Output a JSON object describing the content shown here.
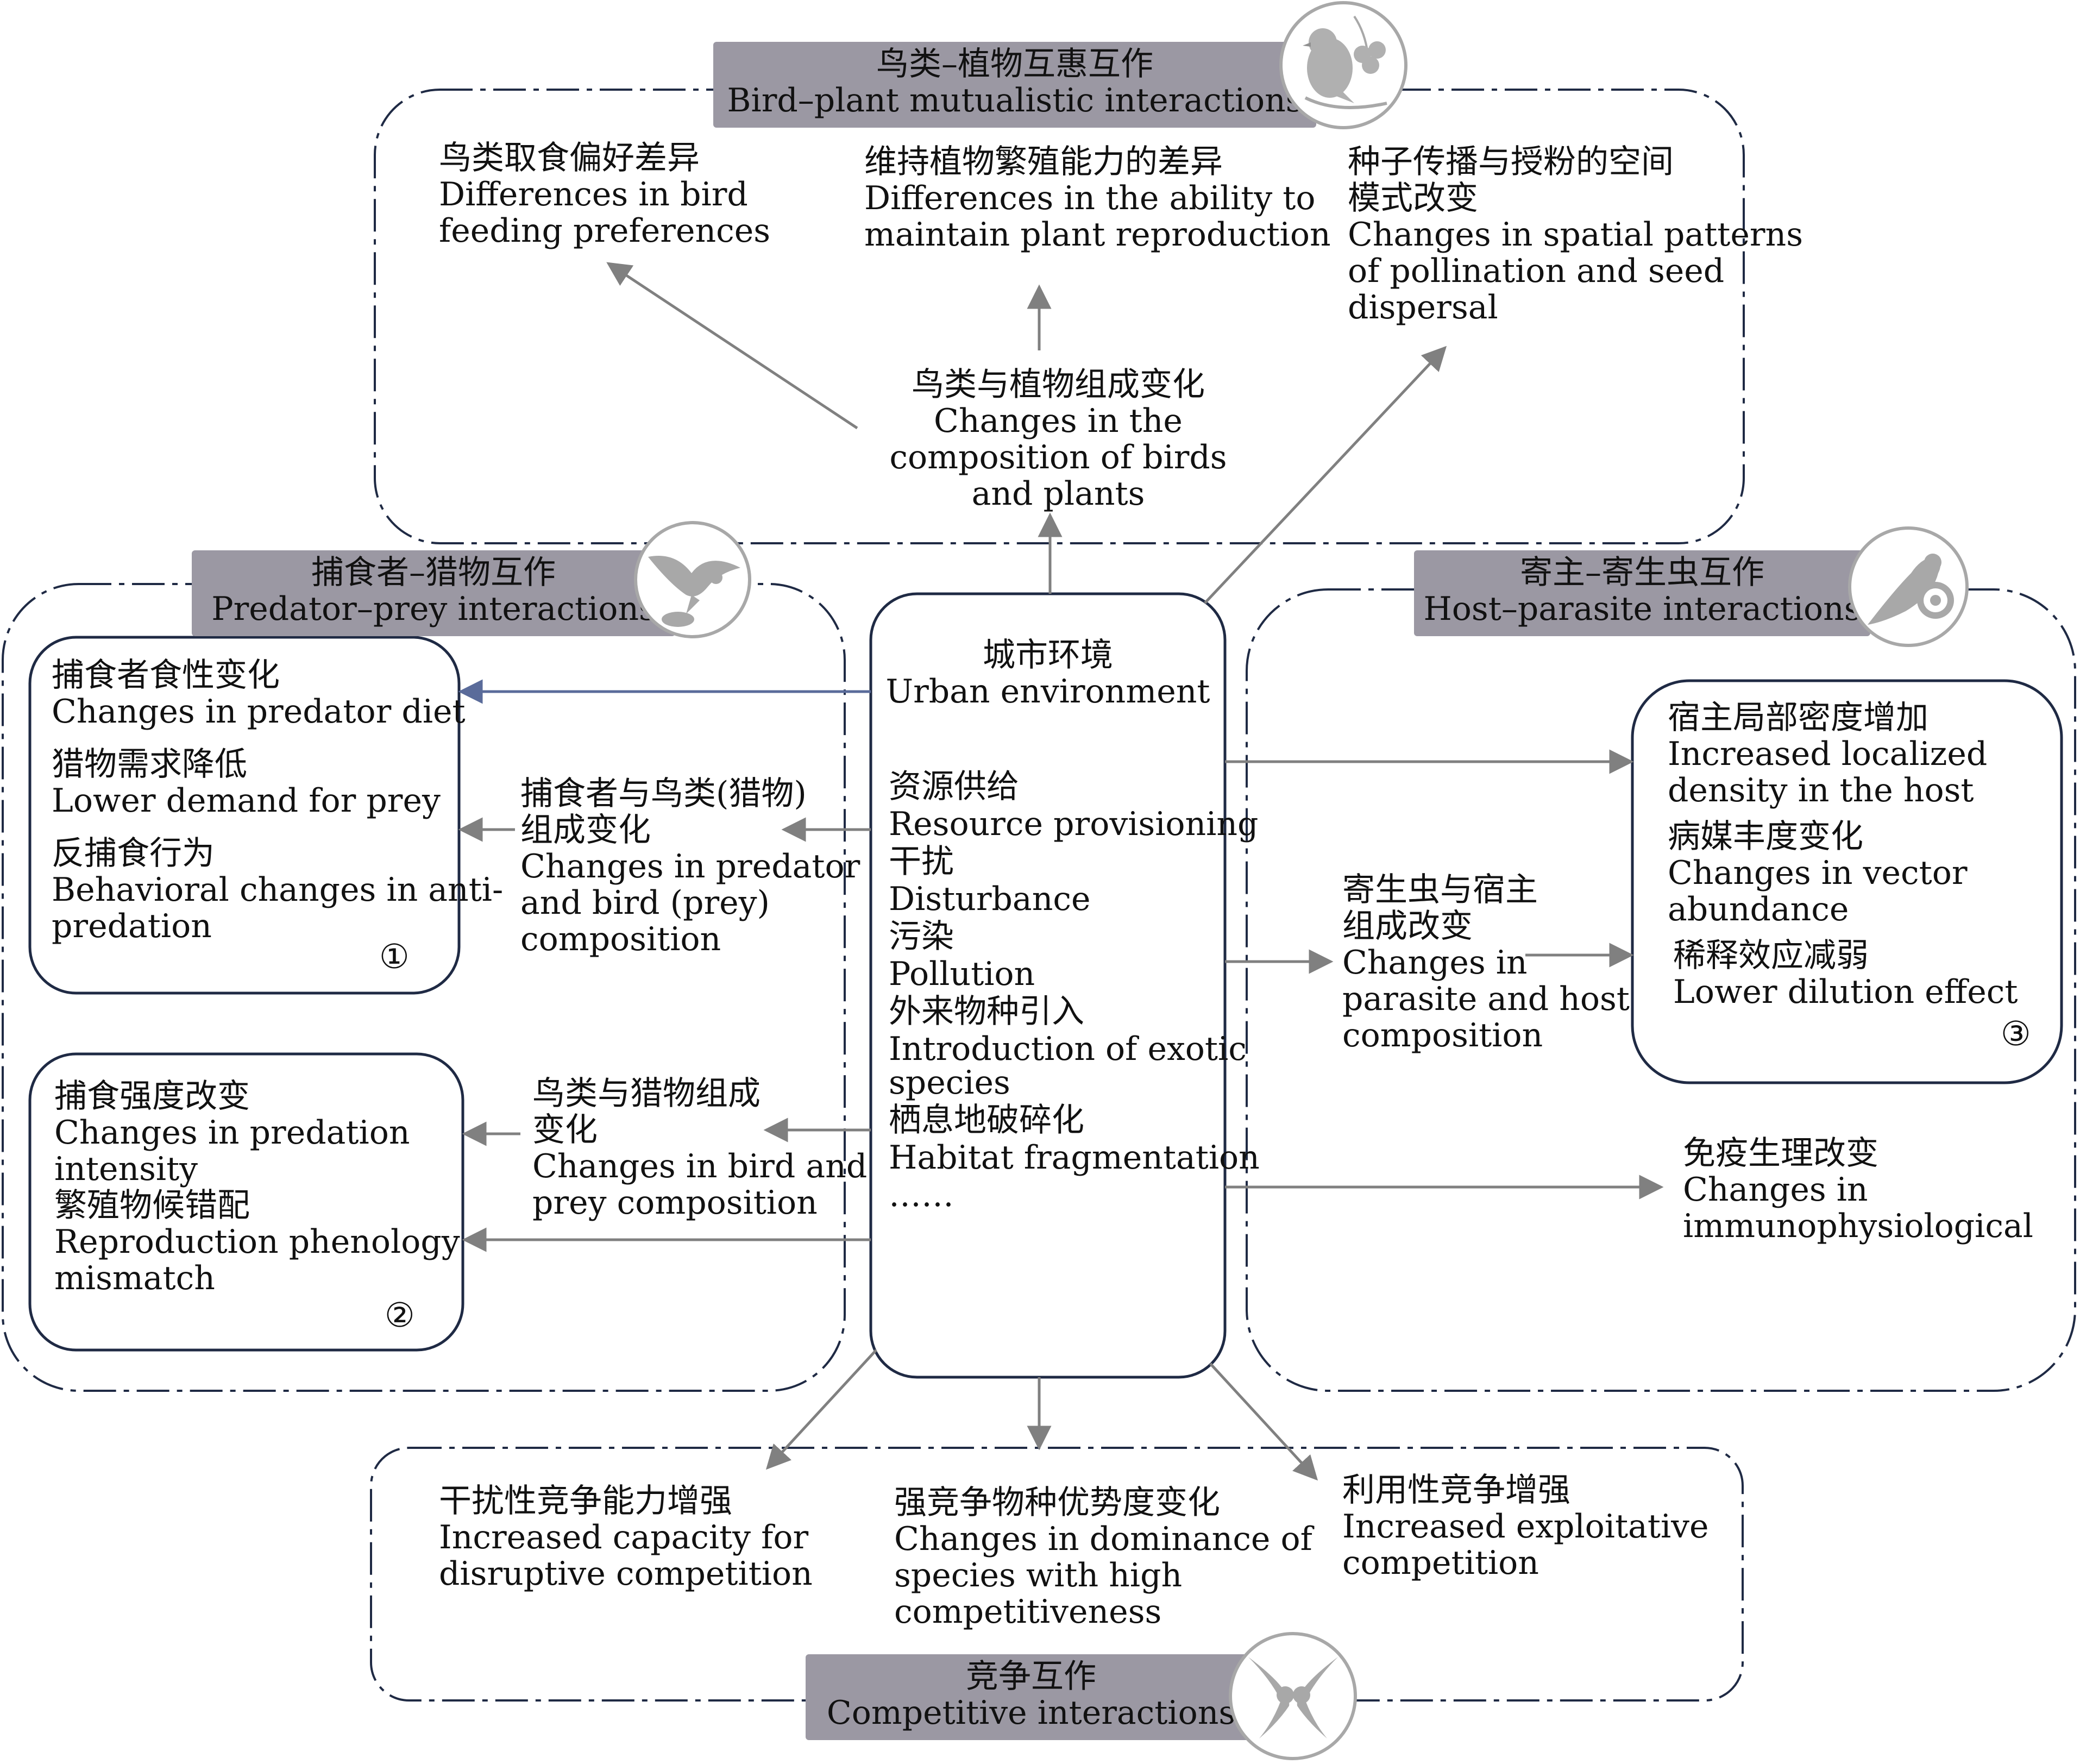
{
  "center": {
    "title_cn": "城市环境",
    "title_en": "Urban environment",
    "drivers": [
      {
        "cn": "资源供给",
        "en": "Resource provisioning"
      },
      {
        "cn": "干扰",
        "en": "Disturbance"
      },
      {
        "cn": "污染",
        "en": "Pollution"
      },
      {
        "cn": "外来物种引入",
        "en_lines": [
          "Introduction of exotic",
          "species"
        ]
      },
      {
        "cn": "栖息地破碎化",
        "en": "Habitat fragmentation"
      }
    ],
    "ellipsis": "……"
  },
  "mutualism": {
    "header_cn": "鸟类–植物互惠互作",
    "header_en": "Bird–plant mutualistic interactions",
    "driver_cn": "鸟类与植物组成变化",
    "driver_en_lines": [
      "Changes in the",
      "composition of birds",
      "and plants"
    ],
    "outcomes": [
      {
        "cn": "鸟类取食偏好差异",
        "en_lines": [
          "Differences in bird",
          "feeding preferences"
        ]
      },
      {
        "cn": "维持植物繁殖能力的差异",
        "en_lines": [
          "Differences in the ability to",
          "maintain plant reproduction"
        ]
      },
      {
        "cn_lines": [
          "种子传播与授粉的空间",
          "模式改变"
        ],
        "en_lines": [
          "Changes in spatial patterns",
          "of pollination and seed",
          "dispersal"
        ]
      }
    ]
  },
  "predation": {
    "header_cn": "捕食者–猎物互作",
    "header_en": "Predator–prey interactions",
    "driver1_cn_lines": [
      "捕食者与鸟类(猎物)",
      "组成变化"
    ],
    "driver1_en_lines": [
      "Changes in predator",
      "and bird (prey)",
      "composition"
    ],
    "box1": [
      {
        "cn": "捕食者食性变化",
        "en": "Changes in predator diet"
      },
      {
        "cn": "猎物需求降低",
        "en": "Lower demand for prey"
      },
      {
        "cn": "反捕食行为",
        "en_lines": [
          "Behavioral changes in anti-",
          "predation"
        ]
      }
    ],
    "box1_number": "①",
    "driver2_cn_lines": [
      "鸟类与猎物组成",
      "变化"
    ],
    "driver2_en_lines": [
      "Changes in bird and",
      "prey composition"
    ],
    "box2": [
      {
        "cn": "捕食强度改变",
        "en_lines": [
          "Changes in predation",
          "intensity"
        ]
      },
      {
        "cn": "繁殖物候错配",
        "en_lines": [
          "Reproduction phenology",
          "mismatch"
        ]
      }
    ],
    "box2_number": "②"
  },
  "parasitism": {
    "header_cn": "寄主–寄生虫互作",
    "header_en": "Host–parasite interactions",
    "driver_cn_lines": [
      "寄生虫与宿主",
      "组成改变"
    ],
    "driver_en_lines": [
      "Changes in",
      "parasite and host",
      "composition"
    ],
    "box": [
      {
        "cn": "宿主局部密度增加",
        "en_lines": [
          "Increased localized",
          "density in the host"
        ]
      },
      {
        "cn": "病媒丰度变化",
        "en_lines": [
          "Changes in vector",
          "abundance"
        ]
      },
      {
        "cn": "稀释效应减弱",
        "en": "Lower dilution effect"
      }
    ],
    "box_number": "③",
    "immuno_cn": "免疫生理改变",
    "immuno_en_lines": [
      "Changes in",
      "immunophysiological"
    ]
  },
  "competition": {
    "header_cn": "竞争互作",
    "header_en": "Competitive interactions",
    "outcomes": [
      {
        "cn": "干扰性竞争能力增强",
        "en_lines": [
          "Increased capacity for",
          "disruptive competition"
        ]
      },
      {
        "cn": "强竞争物种优势度变化",
        "en_lines": [
          "Changes in dominance of",
          "species with high",
          "competitiveness"
        ]
      },
      {
        "cn": "利用性竞争增强",
        "en_lines": [
          "Increased exploitative",
          "competition"
        ]
      }
    ]
  },
  "icons": [
    "bird-with-berries-icon",
    "eagle-catching-bird-icon",
    "bird-with-parasite-icon",
    "fighting-birds-icon"
  ],
  "colors": {
    "header_bg": "#9b98a3",
    "frame": "#1f2a44",
    "arrow": "#808080",
    "blue_arrow": "#5a6b9a"
  }
}
